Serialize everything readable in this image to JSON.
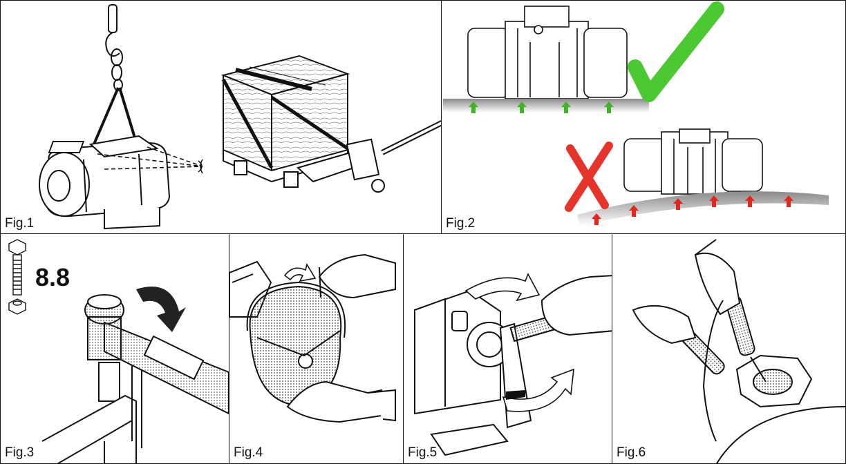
{
  "figures": [
    {
      "label": "Fig.1",
      "topic": "lifting-and-transport"
    },
    {
      "label": "Fig.2",
      "topic": "flat-mounting-surface"
    },
    {
      "label": "Fig.3",
      "topic": "bolt-tightening"
    },
    {
      "label": "Fig.4",
      "topic": "cover-removal"
    },
    {
      "label": "Fig.5",
      "topic": "eccentric-adjustment"
    },
    {
      "label": "Fig.6",
      "topic": "terminal-box-wiring"
    }
  ],
  "fig3_bolt_grade": "8.8",
  "colors": {
    "ok": "#4cc832",
    "wrong": "#e5352b",
    "arrow_green": "#43b02a",
    "arrow_red": "#e0281e",
    "line": "#111111",
    "shade": "#9a9a9a"
  },
  "icons": {
    "ok": "check-mark-icon",
    "wrong": "cross-mark-icon"
  }
}
